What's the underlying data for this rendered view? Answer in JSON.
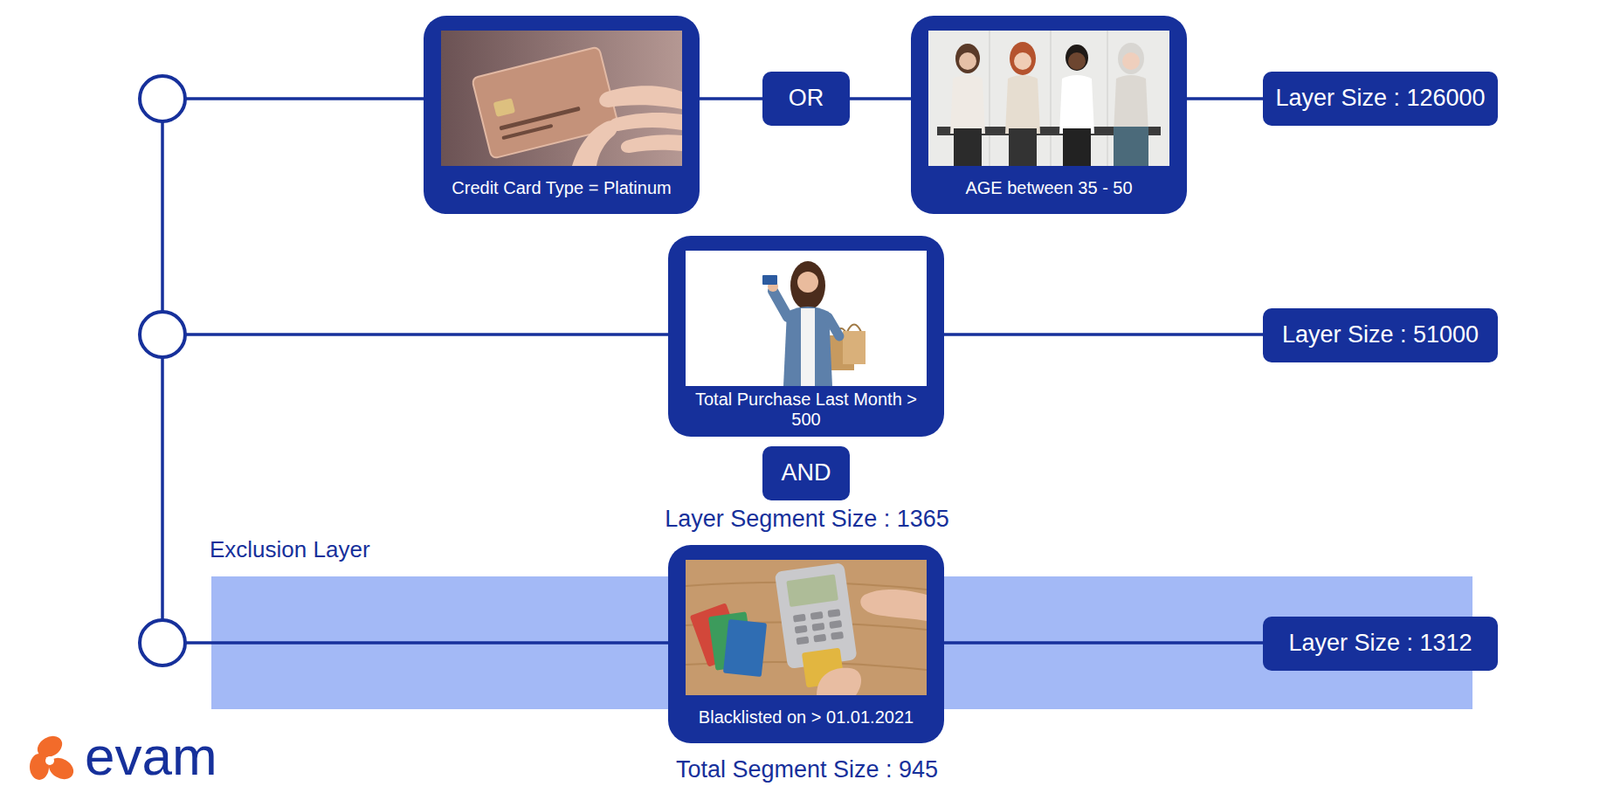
{
  "diagram": {
    "nodes": [
      {
        "text": [
          "Credit Card Type = Platinum"
        ]
      },
      {
        "text": [
          "OR"
        ]
      },
      {
        "text": [
          "AGE between 35 - 50"
        ]
      },
      {
        "text": [
          "Layer Size : 126000"
        ]
      },
      {
        "text": [
          "Total Purchase Last Month > 500"
        ]
      },
      {
        "text": [
          "Layer Size : 51000"
        ]
      },
      {
        "text": [
          "AND"
        ]
      },
      {
        "text": [
          "Exclusion Layer"
        ]
      },
      {
        "text": [
          "Blacklisted on > 01.01.2021"
        ]
      },
      {
        "text": [
          "Layer Size : 1312"
        ]
      }
    ],
    "edges": [
      {
        "from": 0,
        "to": 1,
        "arrow": "none"
      },
      {
        "from": 1,
        "to": 2,
        "arrow": "none"
      },
      {
        "from": 2,
        "to": 3,
        "arrow": "none"
      },
      {
        "from": 4,
        "to": 5,
        "arrow": "none"
      },
      {
        "from": 8,
        "to": 9,
        "arrow": "none"
      }
    ],
    "labels": [
      "Layer Segment Size : 1365",
      "Total Segment Size : 945",
      "evam"
    ]
  }
}
